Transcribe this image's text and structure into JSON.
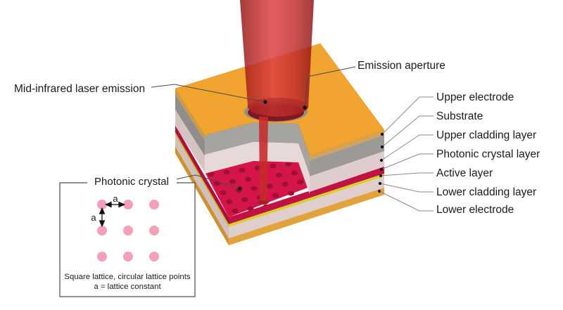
{
  "annotations": {
    "mid_infrared": "Mid-infrared laser emission",
    "emission_aperture": "Emission aperture"
  },
  "layer_labels": [
    "Upper electrode",
    "Substrate",
    "Upper cladding layer",
    "Photonic crystal layer",
    "Active layer",
    "Lower cladding layer",
    "Lower electrode"
  ],
  "inset": {
    "title": "Photonic crystal",
    "lattice_constant_symbol_h": "a",
    "lattice_constant_symbol_v": "a",
    "caption_line1": "Square lattice, circular lattice points",
    "caption_line2": "a = lattice constant"
  },
  "colors": {
    "upper_electrode": "#F1A42F",
    "electrode_rim": "#D6A258",
    "substrate": "#9B9A96",
    "upper_cladding": "#DECDCC",
    "photonic_crystal": "#D41549",
    "photonic_crystal_hole": "#9E0E35",
    "active_layer": "#DACF2A",
    "lower_cladding": "#DFCECD",
    "lower_electrode": "#E2A33C",
    "laser_beam": "#C62A2A",
    "lattice_point": "#F2A1B8"
  }
}
